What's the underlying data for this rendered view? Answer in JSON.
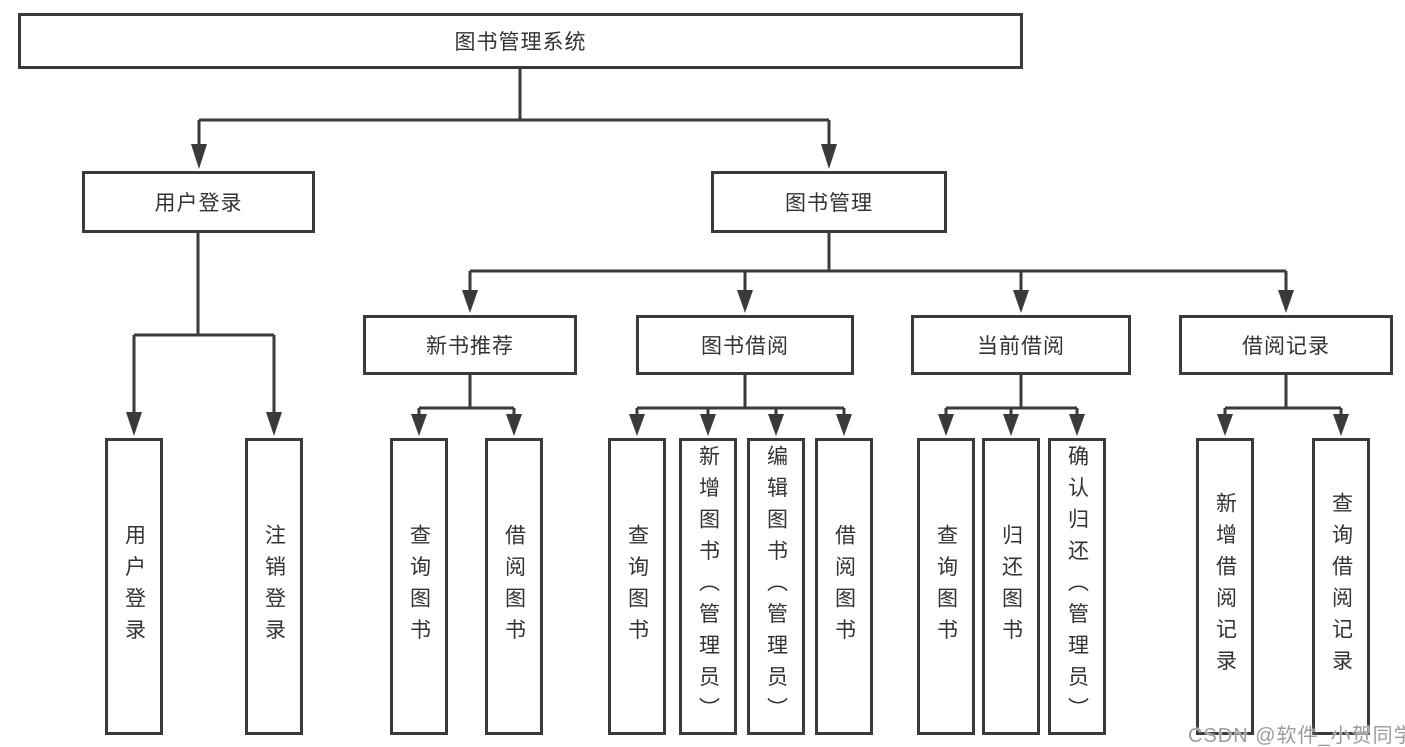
{
  "nodes": {
    "root": "图书管理系统",
    "user_login": "用户登录",
    "book_mgmt": "图书管理",
    "user_login_children": [
      "用户登录",
      "注销登录"
    ],
    "sections": [
      {
        "label": "新书推荐",
        "children": [
          "查询图书",
          "借阅图书"
        ]
      },
      {
        "label": "图书借阅",
        "children": [
          "查询图书",
          "新增图书（管理员）",
          "编辑图书（管理员）",
          "借阅图书"
        ]
      },
      {
        "label": "当前借阅",
        "children": [
          "查询图书",
          "归还图书",
          "确认归还（管理员）"
        ]
      },
      {
        "label": "借阅记录",
        "children": [
          "新增借阅记录",
          "查询借阅记录"
        ]
      }
    ]
  },
  "watermark": "CSDN @软件_小贺同学",
  "colors": {
    "line": "#3a3a3a",
    "box_border": "#3a3a3a",
    "text": "#333333",
    "watermark": "#9c9c9c",
    "background": "#ffffff"
  }
}
